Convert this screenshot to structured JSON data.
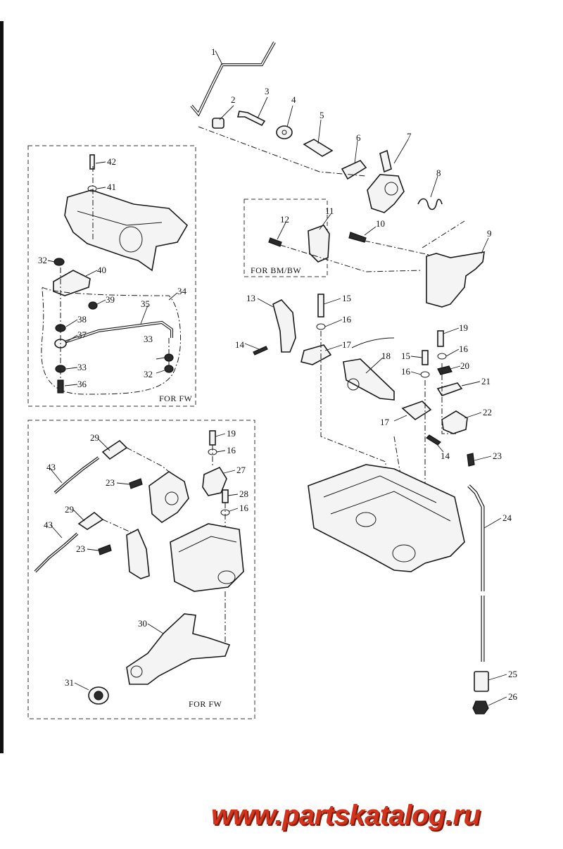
{
  "callouts": [
    "1",
    "2",
    "3",
    "4",
    "5",
    "6",
    "7",
    "8",
    "9",
    "10",
    "11",
    "12",
    "13",
    "14",
    "15",
    "16",
    "17",
    "18",
    "19",
    "20",
    "21",
    "22",
    "23",
    "24",
    "25",
    "26",
    "27",
    "28",
    "29",
    "30",
    "31",
    "32",
    "33",
    "34",
    "35",
    "36",
    "37",
    "38",
    "39",
    "40",
    "41",
    "42",
    "43"
  ],
  "notes": {
    "for_bm_bw": "FOR BM/BW",
    "for_fw_top": "FOR FW",
    "for_fw_bottom": "FOR FW"
  },
  "watermark": "www.partskatalog.ru",
  "colors": {
    "line": "#1a1a1a",
    "watermark": "#d1331c"
  }
}
